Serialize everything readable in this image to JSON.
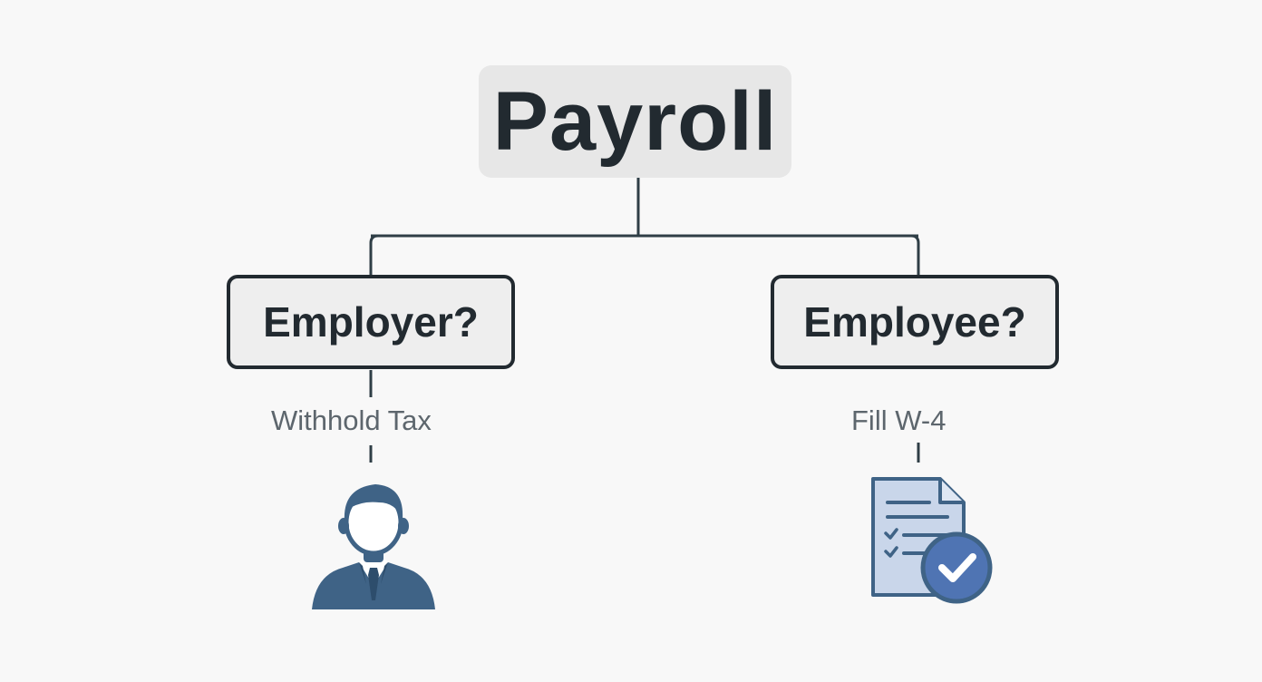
{
  "root": {
    "label": "Payroll"
  },
  "branches": [
    {
      "label": "Employer?",
      "action": "Withhold Tax",
      "icon": "businessman-icon"
    },
    {
      "label": "Employee?",
      "action": "Fill W-4",
      "icon": "checked-form-icon"
    }
  ],
  "colors": {
    "background": "#f8f8f8",
    "root_fill": "#e7e7e7",
    "box_fill": "#eeeeee",
    "text_dark": "#222a30",
    "label_gray": "#5d666d",
    "connector": "#2f3e46",
    "icon_blue": "#3f6386",
    "form_light": "#c9d6ea",
    "check_blue": "#4f74b3"
  }
}
